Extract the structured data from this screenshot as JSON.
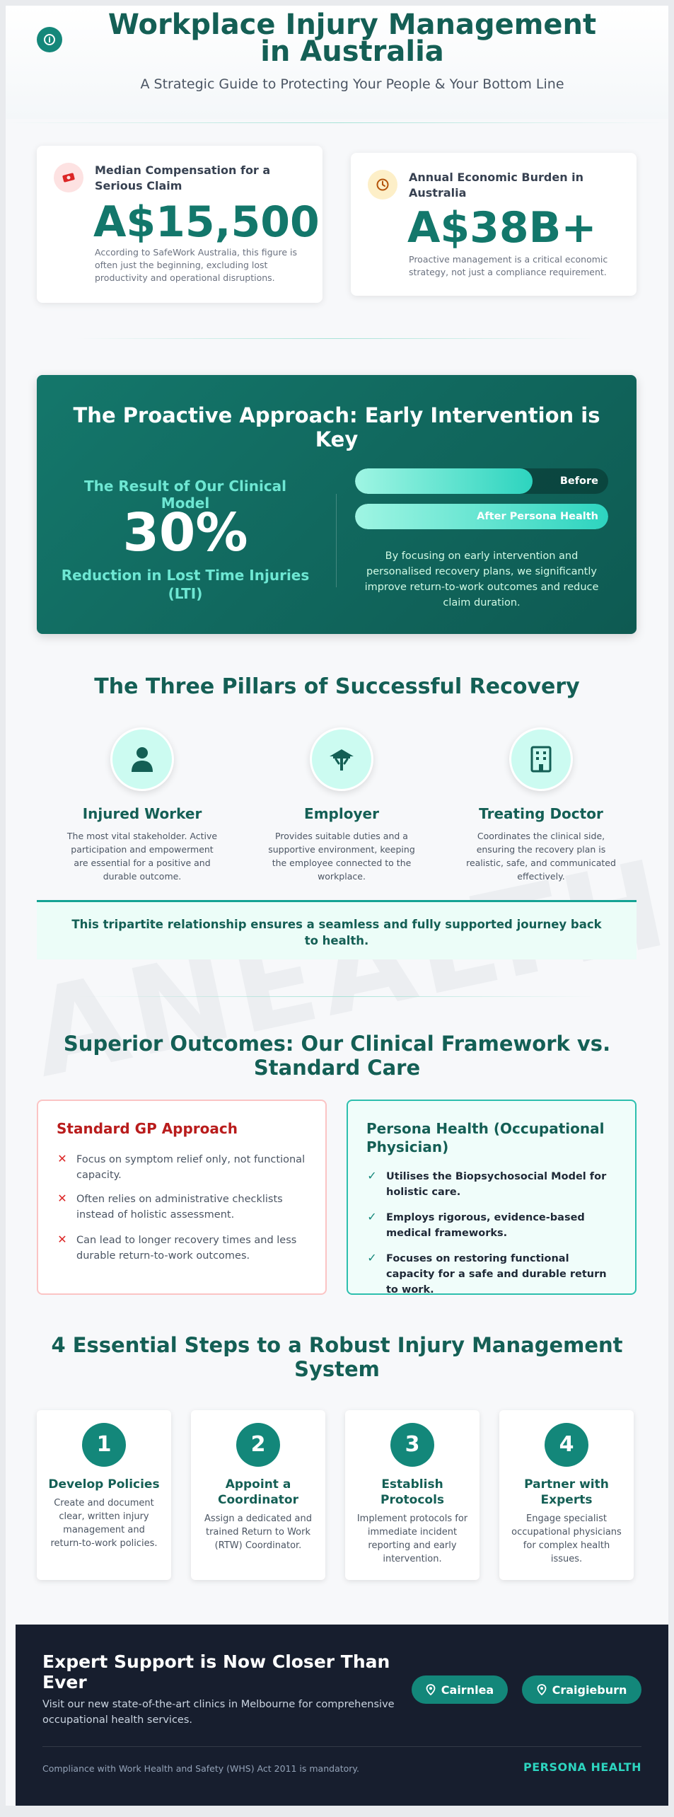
{
  "header": {
    "title": "Workplace Injury Management in Australia",
    "subtitle": "A Strategic Guide to Protecting Your People & Your Bottom Line",
    "icon": "info-icon"
  },
  "stats": [
    {
      "label": "Median Compensation for a Serious Claim",
      "value": "A$15,500",
      "description": "According to SafeWork Australia, this figure is often just the beginning, excluding lost productivity and operational disruptions.",
      "icon": "money-icon",
      "icon_color": "#dc2626"
    },
    {
      "label": "Annual Economic Burden in Australia",
      "value": "A$38B+",
      "description": "Proactive management is a critical economic strategy, not just a compliance requirement.",
      "icon": "clock-icon",
      "icon_color": "#b45309"
    }
  ],
  "proactive": {
    "title": "The Proactive Approach: Early Intervention is Key",
    "result_label": "The Result of Our Clinical Model",
    "percentage": "30%",
    "reduction_label": "Reduction in Lost Time Injuries (LTI)",
    "bars": [
      {
        "label": "Before",
        "level": 0.7
      },
      {
        "label": "After Persona Health",
        "level": 1.0
      }
    ],
    "note": "By focusing on early intervention and personalised recovery plans, we significantly improve return-to-work outcomes and reduce claim duration."
  },
  "pillars": {
    "title": "The Three Pillars of Successful Recovery",
    "items": [
      {
        "name": "Injured Worker",
        "description": "The most vital stakeholder. Active participation and empowerment are essential for a positive and durable outcome.",
        "icon": "person-icon"
      },
      {
        "name": "Employer",
        "description": "Provides suitable duties and a supportive environment, keeping the employee connected to the workplace.",
        "icon": "umbrella-icon"
      },
      {
        "name": "Treating Doctor",
        "description": "Coordinates the clinical side, ensuring the recovery plan is realistic, safe, and communicated effectively.",
        "icon": "building-icon"
      }
    ],
    "summary": "This tripartite relationship ensures a seamless and fully supported journey back to health.",
    "watermark": "ANEALTH"
  },
  "outcomes": {
    "title": "Superior Outcomes: Our Clinical Framework vs. Standard Care",
    "standard": {
      "title": "Standard GP Approach",
      "items": [
        "Focus on symptom relief only, not functional capacity.",
        "Often relies on administrative checklists instead of holistic assessment.",
        "Can lead to longer recovery times and less durable return-to-work outcomes."
      ]
    },
    "persona": {
      "title": "Persona Health (Occupational Physician)",
      "items": [
        "Utilises the Biopsychosocial Model for holistic care.",
        "Employs rigorous, evidence-based medical frameworks.",
        "Focuses on restoring functional capacity for a safe and durable return to work."
      ]
    },
    "colors": {
      "standard_accent": "#b91c1c",
      "persona_accent": "#14877a"
    }
  },
  "steps": {
    "title": "4 Essential Steps to a Robust Injury Management System",
    "items": [
      {
        "number": "1",
        "title": "Develop Policies",
        "description": "Create and document clear, written injury management and return-to-work policies."
      },
      {
        "number": "2",
        "title": "Appoint a Coordinator",
        "description": "Assign a dedicated and trained Return to Work (RTW) Coordinator."
      },
      {
        "number": "3",
        "title": "Establish Protocols",
        "description": "Implement protocols for immediate incident reporting and early intervention."
      },
      {
        "number": "4",
        "title": "Partner with Experts",
        "description": "Engage specialist occupational physicians for complex health issues."
      }
    ]
  },
  "footer": {
    "title": "Expert Support is Now Closer Than Ever",
    "subtitle": "Visit our new state-of-the-art clinics in Melbourne for comprehensive occupational health services.",
    "locations": [
      {
        "label": "Cairnlea",
        "icon": "map-pin-icon"
      },
      {
        "label": "Craigieburn",
        "icon": "map-pin-icon"
      }
    ],
    "compliance": "Compliance with Work Health and Safety (WHS) Act 2011 is mandatory.",
    "brand": "PERSONA HEALTH"
  }
}
